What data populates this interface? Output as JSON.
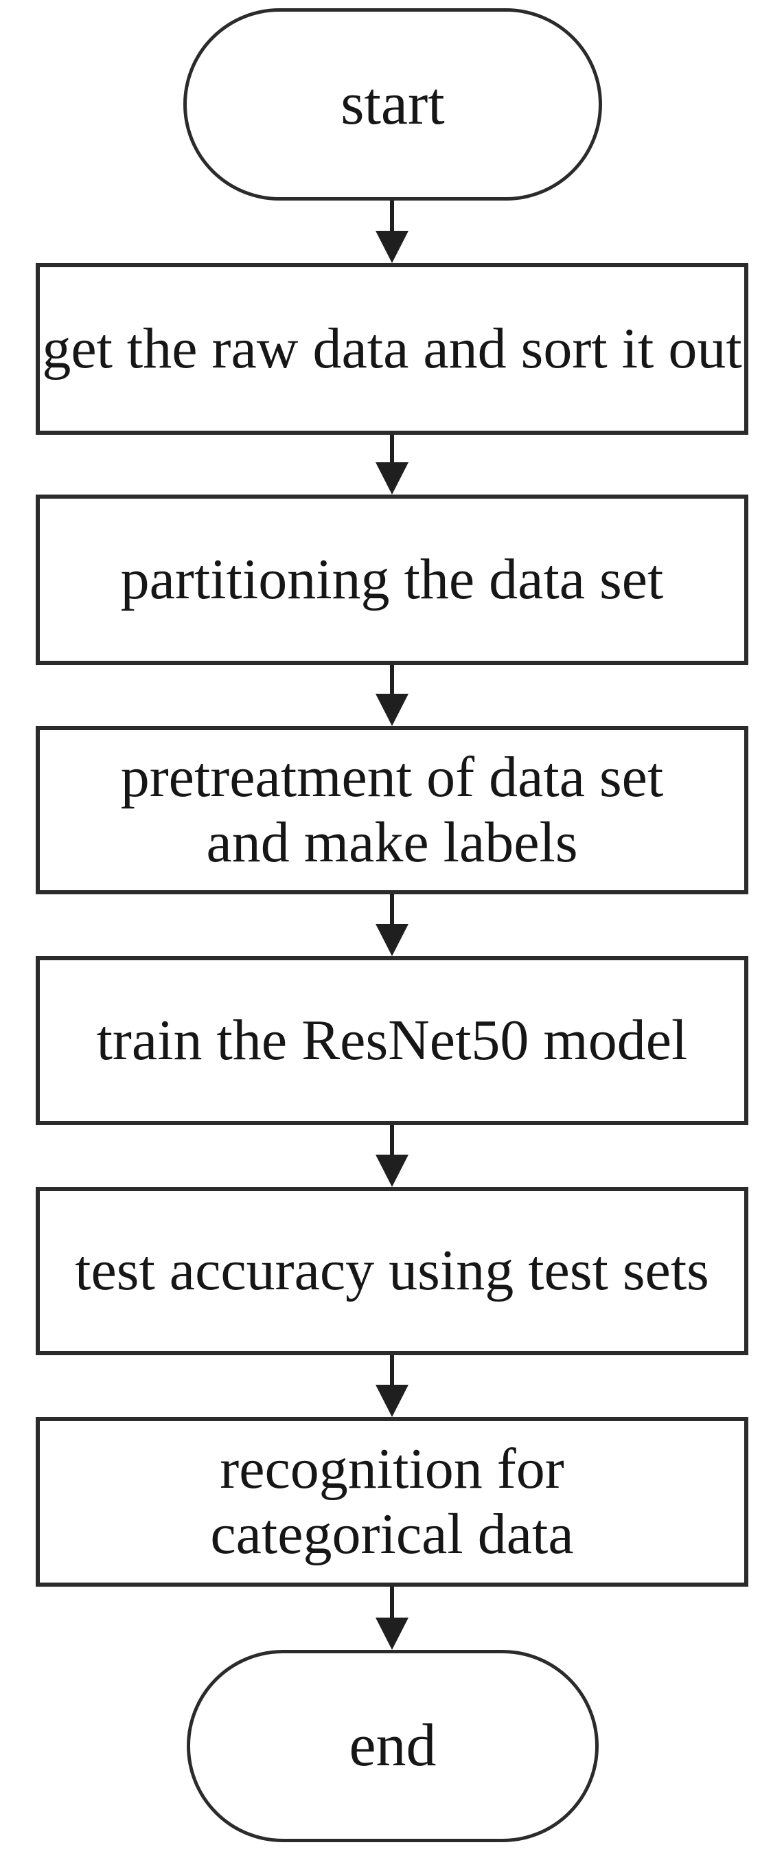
{
  "diagram": {
    "type": "flowchart",
    "orientation": "top-down",
    "colors": {
      "background": "#ffffff",
      "stroke": "#2b2b2b",
      "arrow": "#1f1f1f",
      "text": "#161616"
    },
    "nodes": [
      {
        "id": "start",
        "type": "terminator",
        "label": "start"
      },
      {
        "id": "step-1",
        "type": "process",
        "label": "get the raw data and sort it out"
      },
      {
        "id": "step-2",
        "type": "process",
        "label": "partitioning the data set"
      },
      {
        "id": "step-3",
        "type": "process",
        "label": "pretreatment of data set\nand make labels"
      },
      {
        "id": "step-4",
        "type": "process",
        "label": "train the ResNet50 model"
      },
      {
        "id": "step-5",
        "type": "process",
        "label": "test accuracy using test sets"
      },
      {
        "id": "step-6",
        "type": "process",
        "label": "recognition for\ncategorical data"
      },
      {
        "id": "end",
        "type": "terminator",
        "label": "end"
      }
    ],
    "edges": [
      {
        "from": "start",
        "to": "step-1"
      },
      {
        "from": "step-1",
        "to": "step-2"
      },
      {
        "from": "step-2",
        "to": "step-3"
      },
      {
        "from": "step-3",
        "to": "step-4"
      },
      {
        "from": "step-4",
        "to": "step-5"
      },
      {
        "from": "step-5",
        "to": "step-6"
      },
      {
        "from": "step-6",
        "to": "end"
      }
    ]
  }
}
